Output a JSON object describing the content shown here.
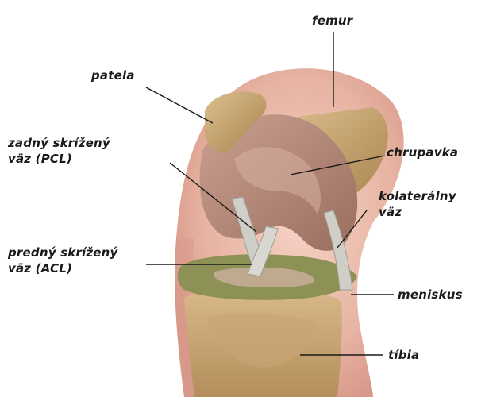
{
  "labels": {
    "femur": "femur",
    "patela": "patela",
    "pcl_line1": "zadný skrížený",
    "pcl_line2": "väz (PCL)",
    "chrupavka": "chrupavka",
    "kolateralny_line1": "kolaterálny",
    "kolateralny_line2": "väz",
    "acl_line1": "predný skrížený",
    "acl_line2": "väz (ACL)",
    "meniskus": "meniskus",
    "tibia": "tíbia"
  },
  "colors": {
    "label_text": "#1a1a1a",
    "leader_line": "#1a1a1a",
    "skin": "#e9b7a8",
    "bone": "#c9a074",
    "cartilage": "#b98c7a",
    "meniscus": "#8f9158",
    "ligament": "#c8c8c0"
  }
}
